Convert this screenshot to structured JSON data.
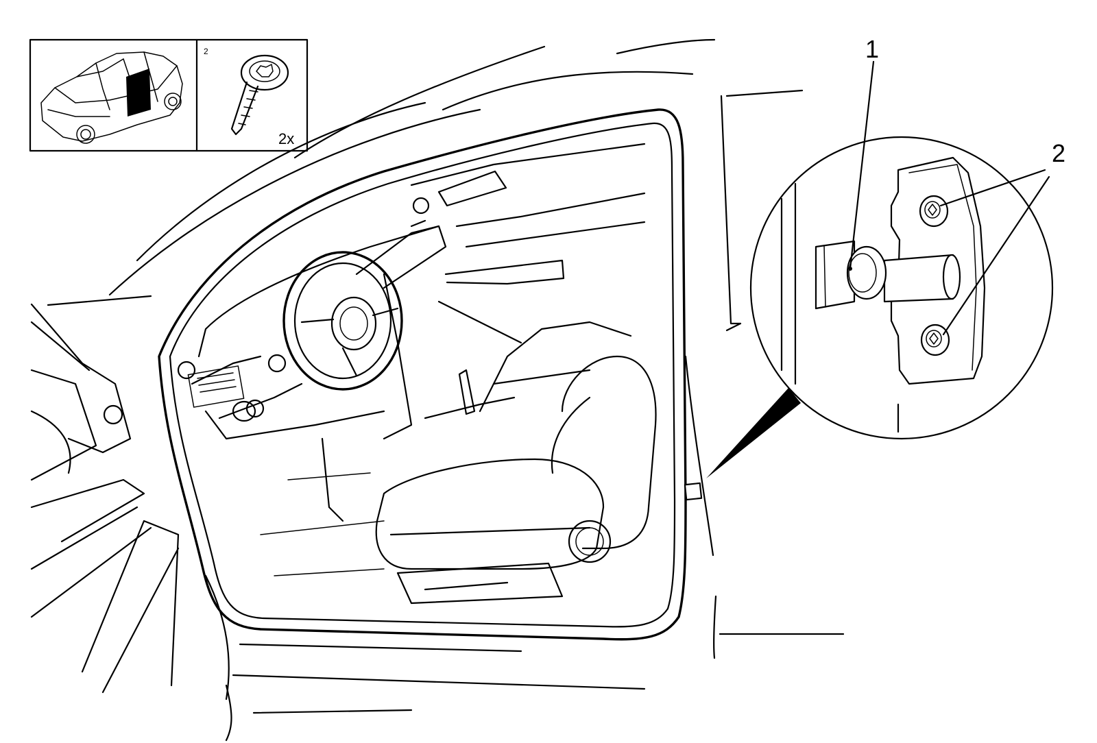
{
  "inset": {
    "screw_ref": "2",
    "quantity": "2x"
  },
  "callouts": {
    "striker": "1",
    "screws": "2"
  }
}
